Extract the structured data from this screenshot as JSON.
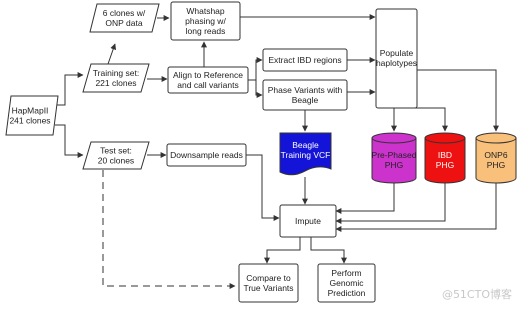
{
  "nodes": {
    "hapmap": {
      "lines": [
        "HapMapII",
        "241 clones"
      ]
    },
    "ont_data": {
      "lines": [
        "6 clones w/",
        "ONP data"
      ]
    },
    "whatshap": {
      "lines": [
        "Whatshap",
        "phasing w/",
        "long reads"
      ]
    },
    "training_set": {
      "lines": [
        "Training set:",
        "221 clones"
      ]
    },
    "align": {
      "lines": [
        "Align to Reference",
        "and call variants"
      ]
    },
    "extract_ibd": {
      "lines": [
        "Extract IBD regions"
      ]
    },
    "phase_beagle": {
      "lines": [
        "Phase Variants with",
        "Beagle"
      ]
    },
    "populate": {
      "lines": [
        "Populate",
        "haplotypes"
      ]
    },
    "beagle_vcf": {
      "lines": [
        "Beagle",
        "Training VCF"
      ]
    },
    "prephased_phg": {
      "lines": [
        "Pre-Phased",
        "PHG"
      ]
    },
    "ibd_phg": {
      "lines": [
        "IBD",
        "PHG"
      ]
    },
    "onp6_phg": {
      "lines": [
        "ONP6",
        "PHG"
      ]
    },
    "test_set": {
      "lines": [
        "Test set:",
        "20 clones"
      ]
    },
    "downsample": {
      "lines": [
        "Downsample reads"
      ]
    },
    "impute": {
      "lines": [
        "Impute"
      ]
    },
    "compare": {
      "lines": [
        "Compare to",
        "True Variants"
      ]
    },
    "perform": {
      "lines": [
        "Perform",
        "Genomic",
        "Prediction"
      ]
    }
  },
  "colors": {
    "beagle_vcf": "#1414d8",
    "prephased_phg": "#cc33cc",
    "ibd_phg": "#ee1111",
    "onp6_phg": "#f8c07a",
    "stroke": "#333333"
  },
  "watermark": "@51CTO博客"
}
